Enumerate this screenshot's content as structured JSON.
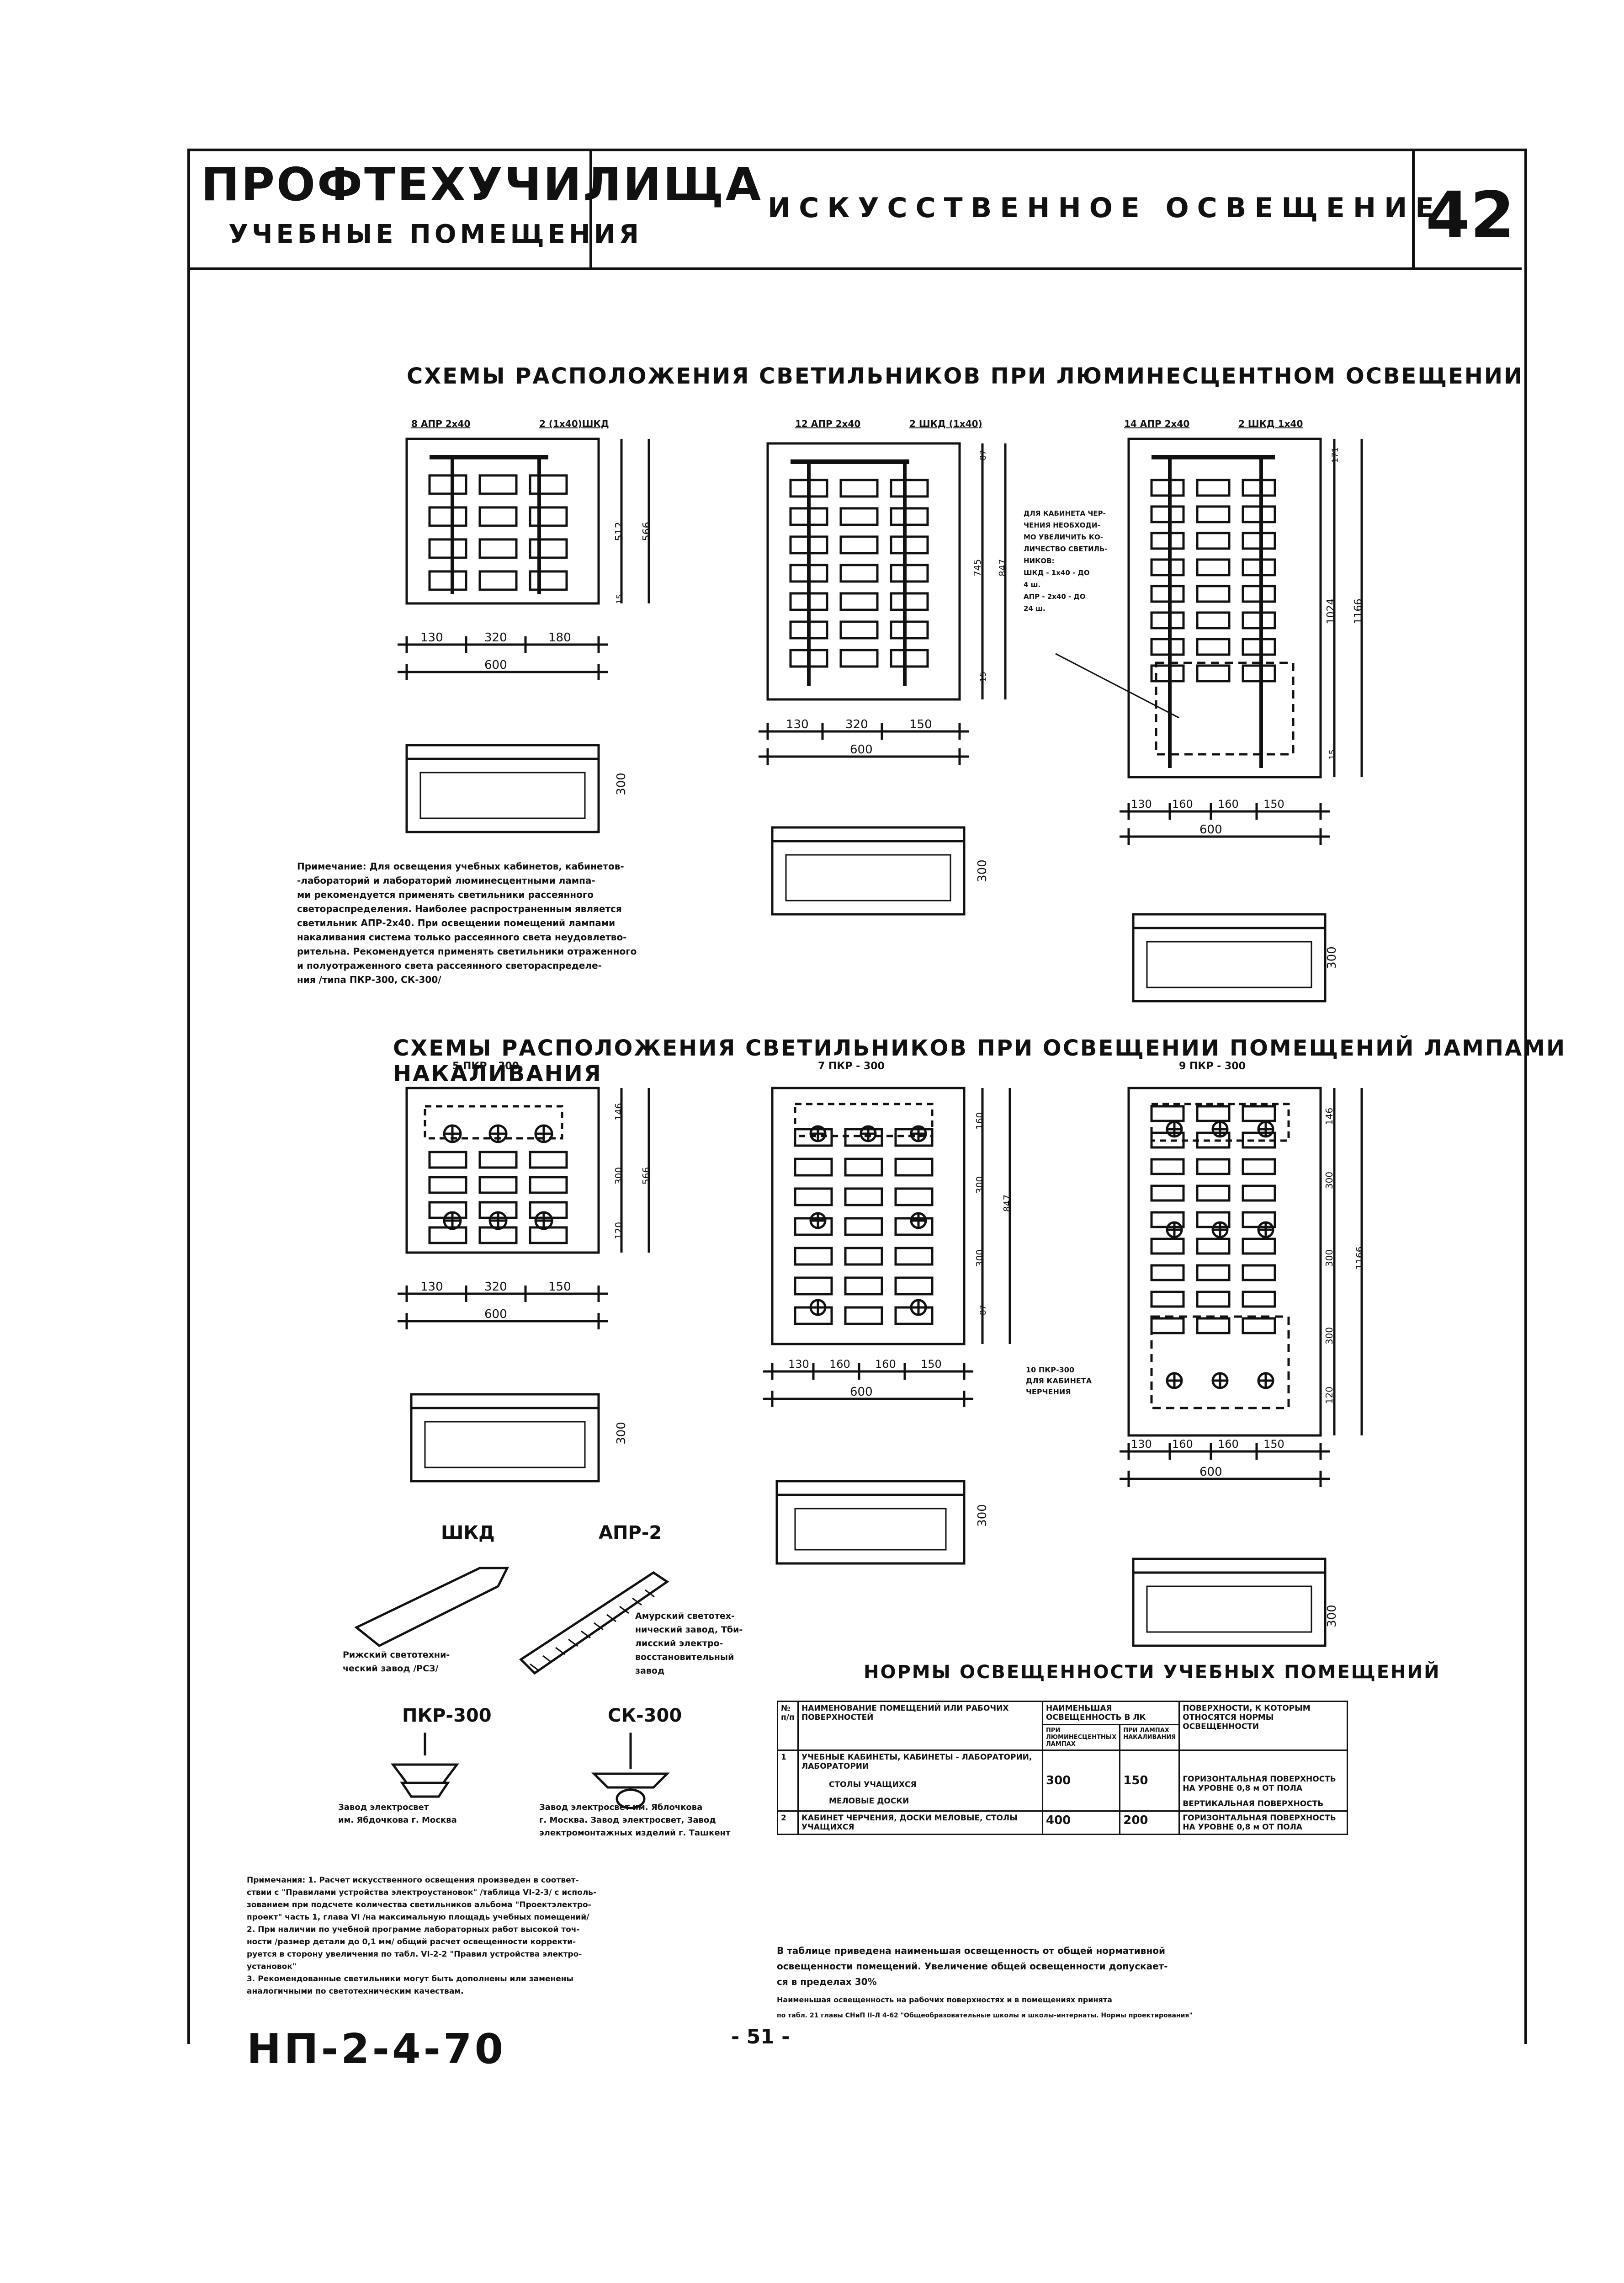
{
  "header": {
    "title": "ПРОФТЕХУЧИЛИЩА",
    "subtitle": "УЧЕБНЫЕ ПОМЕЩЕНИЯ",
    "topic": "ИСКУССТВЕННОЕ ОСВЕЩЕНИЕ",
    "page_number": "42"
  },
  "section_fluorescent": {
    "title": "СХЕМЫ РАСПОЛОЖЕНИЯ СВЕТИЛЬНИКОВ ПРИ ЛЮМИНЕСЦЕНТНОМ ОСВЕЩЕНИИ",
    "plan1": {
      "label_left": "8 АПР 2х40",
      "label_right": "2 (1х40)ШКД",
      "dims_bottom": [
        "130",
        "320",
        "180"
      ],
      "total": "600",
      "dim_v1": "512",
      "dim_v2": "566",
      "dim_v3": "15",
      "section_dim": "300"
    },
    "plan2": {
      "label_left": "12 АПР 2х40",
      "label_right": "2 ШКД (1х40)",
      "dims_bottom": [
        "130",
        "320",
        "150"
      ],
      "total": "600",
      "dim_v1": "745",
      "dim_v2": "847",
      "dim_v3": "87",
      "dim_v4": "15",
      "section_dim": "300"
    },
    "plan3": {
      "label_left": "14 АПР 2х40",
      "label_right": "2 ШКД 1х40",
      "dims_bottom": [
        "130",
        "160",
        "160",
        "150"
      ],
      "total": "600",
      "dim_v1": "1024",
      "dim_v2": "1166",
      "dim_v3": "171",
      "dim_v4": "15",
      "section_dim": "300"
    },
    "plan3_note": [
      "ДЛЯ КАБИНЕТА ЧЕР-",
      "ЧЕНИЯ НЕОБХОДИ-",
      "МО УВЕЛИЧИТЬ КО-",
      "ЛИЧЕСТВО СВЕТИЛЬ-",
      "НИКОВ:",
      "ШКД - 1х40 - ДО",
      "4 ш.",
      "АПР - 2х40 - ДО",
      "24 ш."
    ],
    "note": [
      "Примечание: Для освещения учебных кабинетов, кабинетов-",
      "-лабораторий и лабораторий люминесцентными лампа-",
      "ми рекомендуется применять светильники рассеянного",
      "светораспределения. Наиболее распространенным является",
      "светильник АПР-2х40. При освещении помещений лампами",
      "накаливания система только рассеянного света неудовлетво-",
      "рительна. Рекомендуется применять светильники отраженного",
      "и полуотраженного света рассеянного светораспределе-",
      "ния /типа ПКР-300, СК-300/"
    ]
  },
  "section_incandescent": {
    "title": "СХЕМЫ РАСПОЛОЖЕНИЯ СВЕТИЛЬНИКОВ ПРИ ОСВЕЩЕНИИ ПОМЕЩЕНИЙ ЛАМПАМИ НАКАЛИВАНИЯ",
    "plan1": {
      "label": "5 ПКР - 300",
      "dims_bottom": [
        "130",
        "320",
        "150"
      ],
      "total": "600",
      "dim_v1": "146",
      "dim_v2": "300",
      "dim_v3": "566",
      "dim_v4": "120",
      "section_dim": "300"
    },
    "plan2": {
      "label": "7 ПКР - 300",
      "dims_bottom": [
        "130",
        "160",
        "160",
        "150"
      ],
      "total": "600",
      "dim_v1": "160",
      "dim_v2": "300",
      "dim_v3": "300",
      "dim_v4": "847",
      "dim_v5": "87",
      "section_dim": "300"
    },
    "plan3": {
      "label": "9 ПКР - 300",
      "dims_bottom": [
        "130",
        "160",
        "160",
        "150"
      ],
      "total": "600",
      "dim_v1": "146",
      "dim_v2": "300",
      "dim_v3": "300",
      "dim_v4": "300",
      "dim_v5": "1166",
      "dim_v6": "120",
      "section_dim": "300"
    },
    "plan3_note": [
      "10 ПКР-300",
      "ДЛЯ КАБИНЕТА",
      "ЧЕРЧЕНИЯ"
    ]
  },
  "luminaires": {
    "shkd": {
      "name": "ШКД",
      "maker": [
        "Рижский светотехни-",
        "ческий завод /РСЗ/"
      ]
    },
    "apr": {
      "name": "АПР-2",
      "maker": [
        "Амурский светотех-",
        "нический завод, Тби-",
        "лисский электро-",
        "восстановительный",
        "завод"
      ]
    },
    "pkr": {
      "name": "ПКР-300",
      "maker": [
        "Завод электросвет",
        "им. Ябдочкова г. Москва"
      ]
    },
    "sk": {
      "name": "СК-300",
      "maker": [
        "Завод электросвет им. Яблочкова",
        "г. Москва. Завод электросвет, Завод",
        "электромонтажных изделий г. Ташкент"
      ]
    }
  },
  "norms": {
    "title": "НОРМЫ ОСВЕЩЕННОСТИ УЧЕБНЫХ ПОМЕЩЕНИЙ",
    "col_num": "№ п/п",
    "col_name": "НАИМЕНОВАНИЕ ПОМЕЩЕНИЙ ИЛИ РАБОЧИХ ПОВЕРХНОСТЕЙ",
    "col_lux": "НАИМЕНЬШАЯ ОСВЕЩЕННОСТЬ В ЛК",
    "col_lux_a": "ПРИ ЛЮМИНЕСЦЕНТНЫХ ЛАМПАХ",
    "col_lux_b": "ПРИ ЛАМПАХ НАКАЛИВАНИЯ",
    "col_surface": "ПОВЕРХНОСТИ, К КОТОРЫМ ОТНОСЯТСЯ НОРМЫ ОСВЕЩЕННОСТИ",
    "row1": {
      "num": "1",
      "name_a": "УЧЕБНЫЕ КАБИНЕТЫ, КАБИНЕТЫ - ЛАБОРАТОРИИ, ЛАБОРАТОРИИ",
      "name_b": "СТОЛЫ УЧАЩИХСЯ",
      "name_c": "МЕЛОВЫЕ ДОСКИ",
      "lux_a": "300",
      "lux_b": "150",
      "surface_a": "ГОРИЗОНТАЛЬНАЯ ПОВЕРХНОСТЬ НА УРОВНЕ 0,8 м ОТ ПОЛА",
      "surface_b": "ВЕРТИКАЛЬНАЯ ПОВЕРХНОСТЬ"
    },
    "row2": {
      "num": "2",
      "name": "КАБИНЕТ ЧЕРЧЕНИЯ, ДОСКИ МЕЛОВЫЕ, СТОЛЫ УЧАЩИХСЯ",
      "lux_a": "400",
      "lux_b": "200",
      "surface": "ГОРИЗОНТАЛЬНАЯ ПОВЕРХНОСТЬ НА УРОВНЕ 0,8 м ОТ ПОЛА"
    },
    "footnote": [
      "В таблице приведена наименьшая освещенность от общей нормативной",
      "освещенности помещений. Увеличение общей освещенности допускает-",
      "ся в пределах 30%",
      "Наименьшая освещенность на рабочих поверхностях и в помещениях принята",
      "по табл. 21 главы СНиП II-Л 4-62 \"Общеобразовательные школы и школы-интернаты. Нормы проектирования\""
    ]
  },
  "bottom_note": [
    "Примечания: 1. Расчет искусственного освещения произведен в соответ-",
    "ствии с \"Правилами устройства электроустановок\" /таблица VI-2-3/ с исполь-",
    "зованием при подсчете количества светильников альбома \"Проектэлектро-",
    "проект\" часть 1, глава VI /на максимальную площадь учебных помещений/",
    "2. При наличии по учебной программе лабораторных работ высокой точ-",
    "ности /размер детали до 0,1 мм/ общий расчет освещенности корректи-",
    "руется в сторону увеличения по табл. VI-2-2 \"Правил устройства электро-",
    "установок\"",
    "3. Рекомендованные светильники могут быть дополнены или заменены",
    "аналогичными по светотехническим качествам."
  ],
  "footer": {
    "code": "НП-2-4-70",
    "page": "- 51 -"
  }
}
